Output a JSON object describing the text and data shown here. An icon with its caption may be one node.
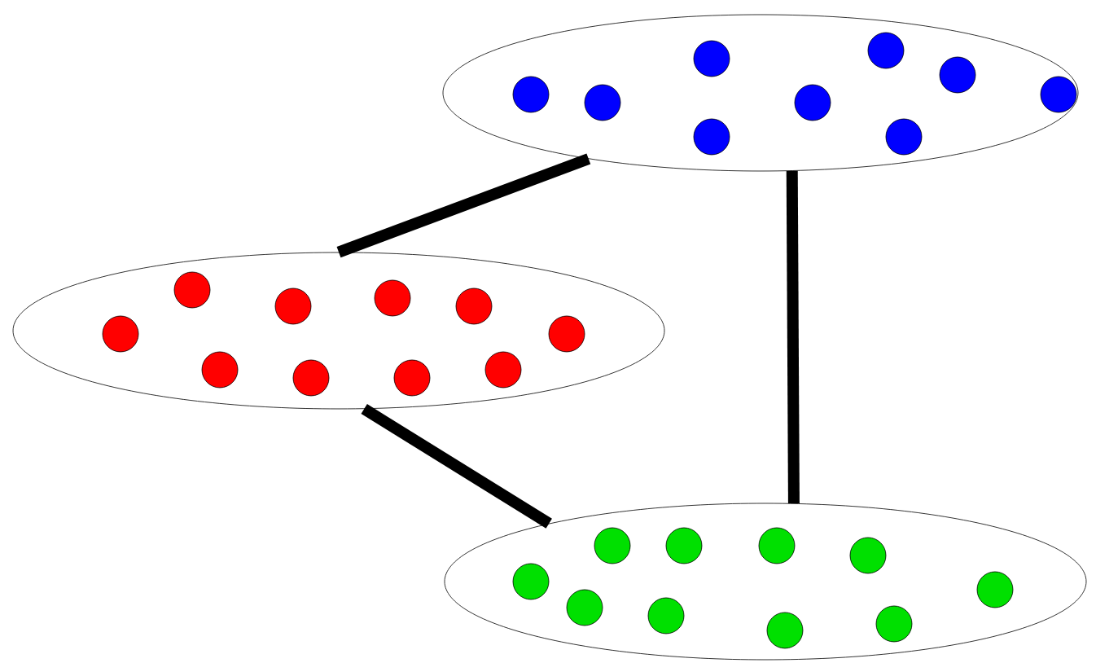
{
  "diagram": {
    "nodes": [
      {
        "text": [],
        "shape": "ellipse"
      },
      {
        "text": [],
        "shape": "ellipse"
      },
      {
        "text": [],
        "shape": "ellipse"
      }
    ],
    "edges": [
      {
        "from": 0,
        "to": 1,
        "arrow": "none"
      },
      {
        "from": 1,
        "to": 2,
        "arrow": "none"
      },
      {
        "from": 0,
        "to": 2,
        "arrow": "none"
      }
    ]
  }
}
